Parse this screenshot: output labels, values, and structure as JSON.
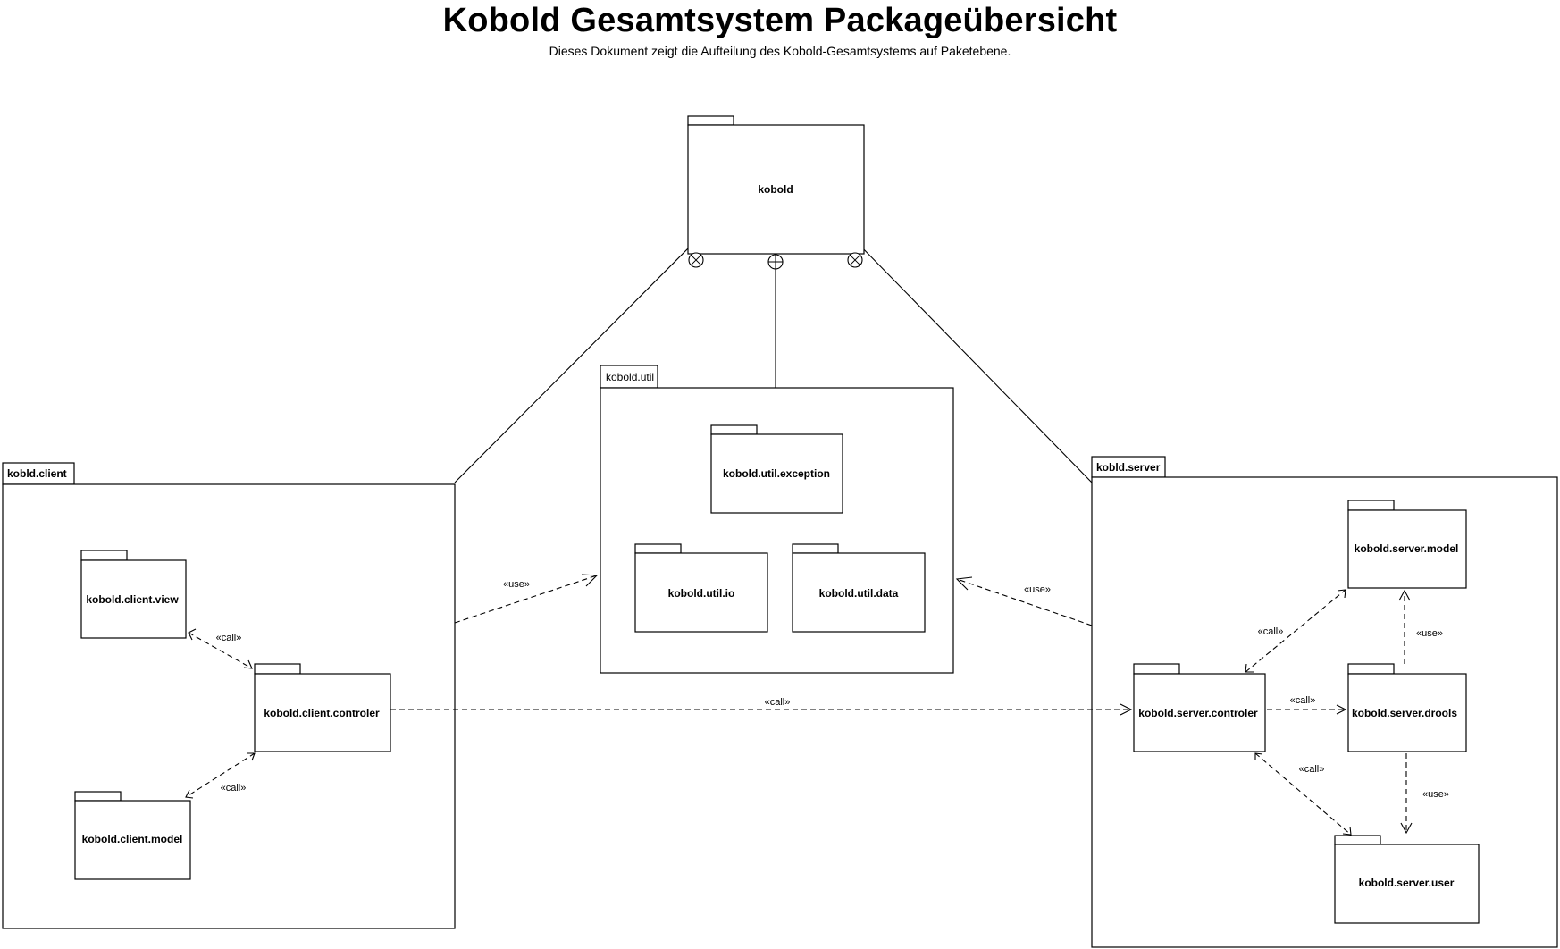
{
  "title": "Kobold Gesamtsystem Packageübersicht",
  "subtitle": "Dieses Dokument zeigt die Aufteilung des Kobold-Gesamtsystems auf Paketebene.",
  "packages": {
    "kobold": "kobold",
    "util": "kobold.util",
    "util_exception": "kobold.util.exception",
    "util_io": "kobold.util.io",
    "util_data": "kobold.util.data",
    "client": "kobld.client",
    "client_view": "kobold.client.view",
    "client_controler": "kobold.client.controler",
    "client_model": "kobold.client.model",
    "server": "kobld.server",
    "server_model": "kobold.server.model",
    "server_controler": "kobold.server.controler",
    "server_drools": "kobold.server.drools",
    "server_user": "kobold.server.user"
  },
  "stereotypes": {
    "use_client_util": "«use»",
    "use_server_util": "«use»",
    "call_view_controler": "«call»",
    "call_controler_model": "«call»",
    "call_client_server": "«call»",
    "call_server_model": "«call»",
    "call_server_drools": "«call»",
    "call_server_user": "«call»",
    "use_drools_model": "«use»",
    "use_drools_user": "«use»"
  }
}
